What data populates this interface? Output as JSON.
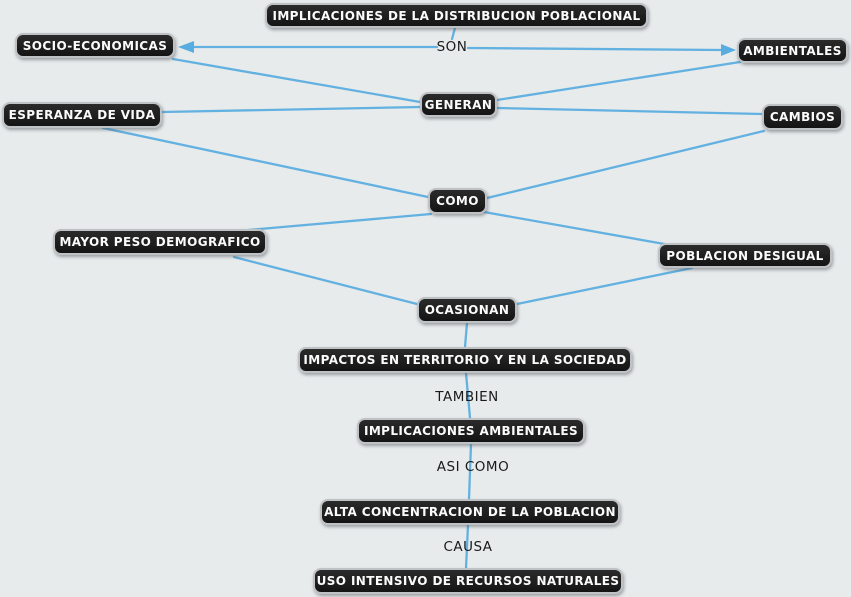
{
  "diagram": {
    "background_color": "#e8ebec",
    "node_color": "#1e1e1e",
    "node_border_color": "#bfc2c4",
    "node_text_color": "#fbfbfb",
    "connector_color": "#63b1e1",
    "link_label_text_color": "#1a1a1a",
    "nodes": [
      {
        "id": "implicaciones-distribucion",
        "label": "IMPLICACIONES DE LA DISTRIBUCION POBLACIONAL"
      },
      {
        "id": "socio-economicas",
        "label": "SOCIO-ECONOMICAS"
      },
      {
        "id": "ambientales",
        "label": "AMBIENTALES"
      },
      {
        "id": "esperanza-de-vida",
        "label": "ESPERANZA DE VIDA"
      },
      {
        "id": "generan",
        "label": "GENERAN"
      },
      {
        "id": "cambios",
        "label": "CAMBIOS"
      },
      {
        "id": "como",
        "label": "COMO"
      },
      {
        "id": "mayor-peso-demografico",
        "label": "MAYOR PESO DEMOGRAFICO"
      },
      {
        "id": "poblacion-desigual",
        "label": "POBLACION DESIGUAL"
      },
      {
        "id": "ocasionan",
        "label": "OCASIONAN"
      },
      {
        "id": "impactos-territorio-sociedad",
        "label": "IMPACTOS EN TERRITORIO Y EN LA SOCIEDAD"
      },
      {
        "id": "implicaciones-ambientales",
        "label": "IMPLICACIONES AMBIENTALES"
      },
      {
        "id": "alta-concentracion-poblacion",
        "label": "ALTA CONCENTRACION DE LA POBLACION"
      },
      {
        "id": "uso-intensivo-recursos",
        "label": "USO INTENSIVO DE RECURSOS NATURALES"
      }
    ],
    "link_labels": [
      {
        "id": "son",
        "label": "SON"
      },
      {
        "id": "tambien",
        "label": "TAMBIEN"
      },
      {
        "id": "asi-como",
        "label": "ASI COMO"
      },
      {
        "id": "causa",
        "label": "CAUSA"
      }
    ],
    "edges": [
      {
        "from": "implicaciones-distribucion",
        "to": "socio-economicas",
        "label": "SON",
        "arrow": true
      },
      {
        "from": "implicaciones-distribucion",
        "to": "ambientales",
        "label": "SON",
        "arrow": true
      },
      {
        "from": "socio-economicas",
        "to": "generan",
        "label": "",
        "arrow": false
      },
      {
        "from": "esperanza-de-vida",
        "to": "generan",
        "label": "",
        "arrow": false
      },
      {
        "from": "generan",
        "to": "ambientales",
        "label": "",
        "arrow": false
      },
      {
        "from": "generan",
        "to": "cambios",
        "label": "",
        "arrow": false
      },
      {
        "from": "esperanza-de-vida",
        "to": "como",
        "label": "",
        "arrow": false
      },
      {
        "from": "cambios",
        "to": "como",
        "label": "",
        "arrow": false
      },
      {
        "from": "como",
        "to": "mayor-peso-demografico",
        "label": "",
        "arrow": false
      },
      {
        "from": "como",
        "to": "poblacion-desigual",
        "label": "",
        "arrow": false
      },
      {
        "from": "mayor-peso-demografico",
        "to": "ocasionan",
        "label": "",
        "arrow": false
      },
      {
        "from": "poblacion-desigual",
        "to": "ocasionan",
        "label": "",
        "arrow": false
      },
      {
        "from": "ocasionan",
        "to": "impactos-territorio-sociedad",
        "label": "",
        "arrow": false
      },
      {
        "from": "impactos-territorio-sociedad",
        "to": "implicaciones-ambientales",
        "label": "TAMBIEN",
        "arrow": false
      },
      {
        "from": "implicaciones-ambientales",
        "to": "alta-concentracion-poblacion",
        "label": "ASI COMO",
        "arrow": false
      },
      {
        "from": "alta-concentracion-poblacion",
        "to": "uso-intensivo-recursos",
        "label": "CAUSA",
        "arrow": false
      }
    ]
  }
}
